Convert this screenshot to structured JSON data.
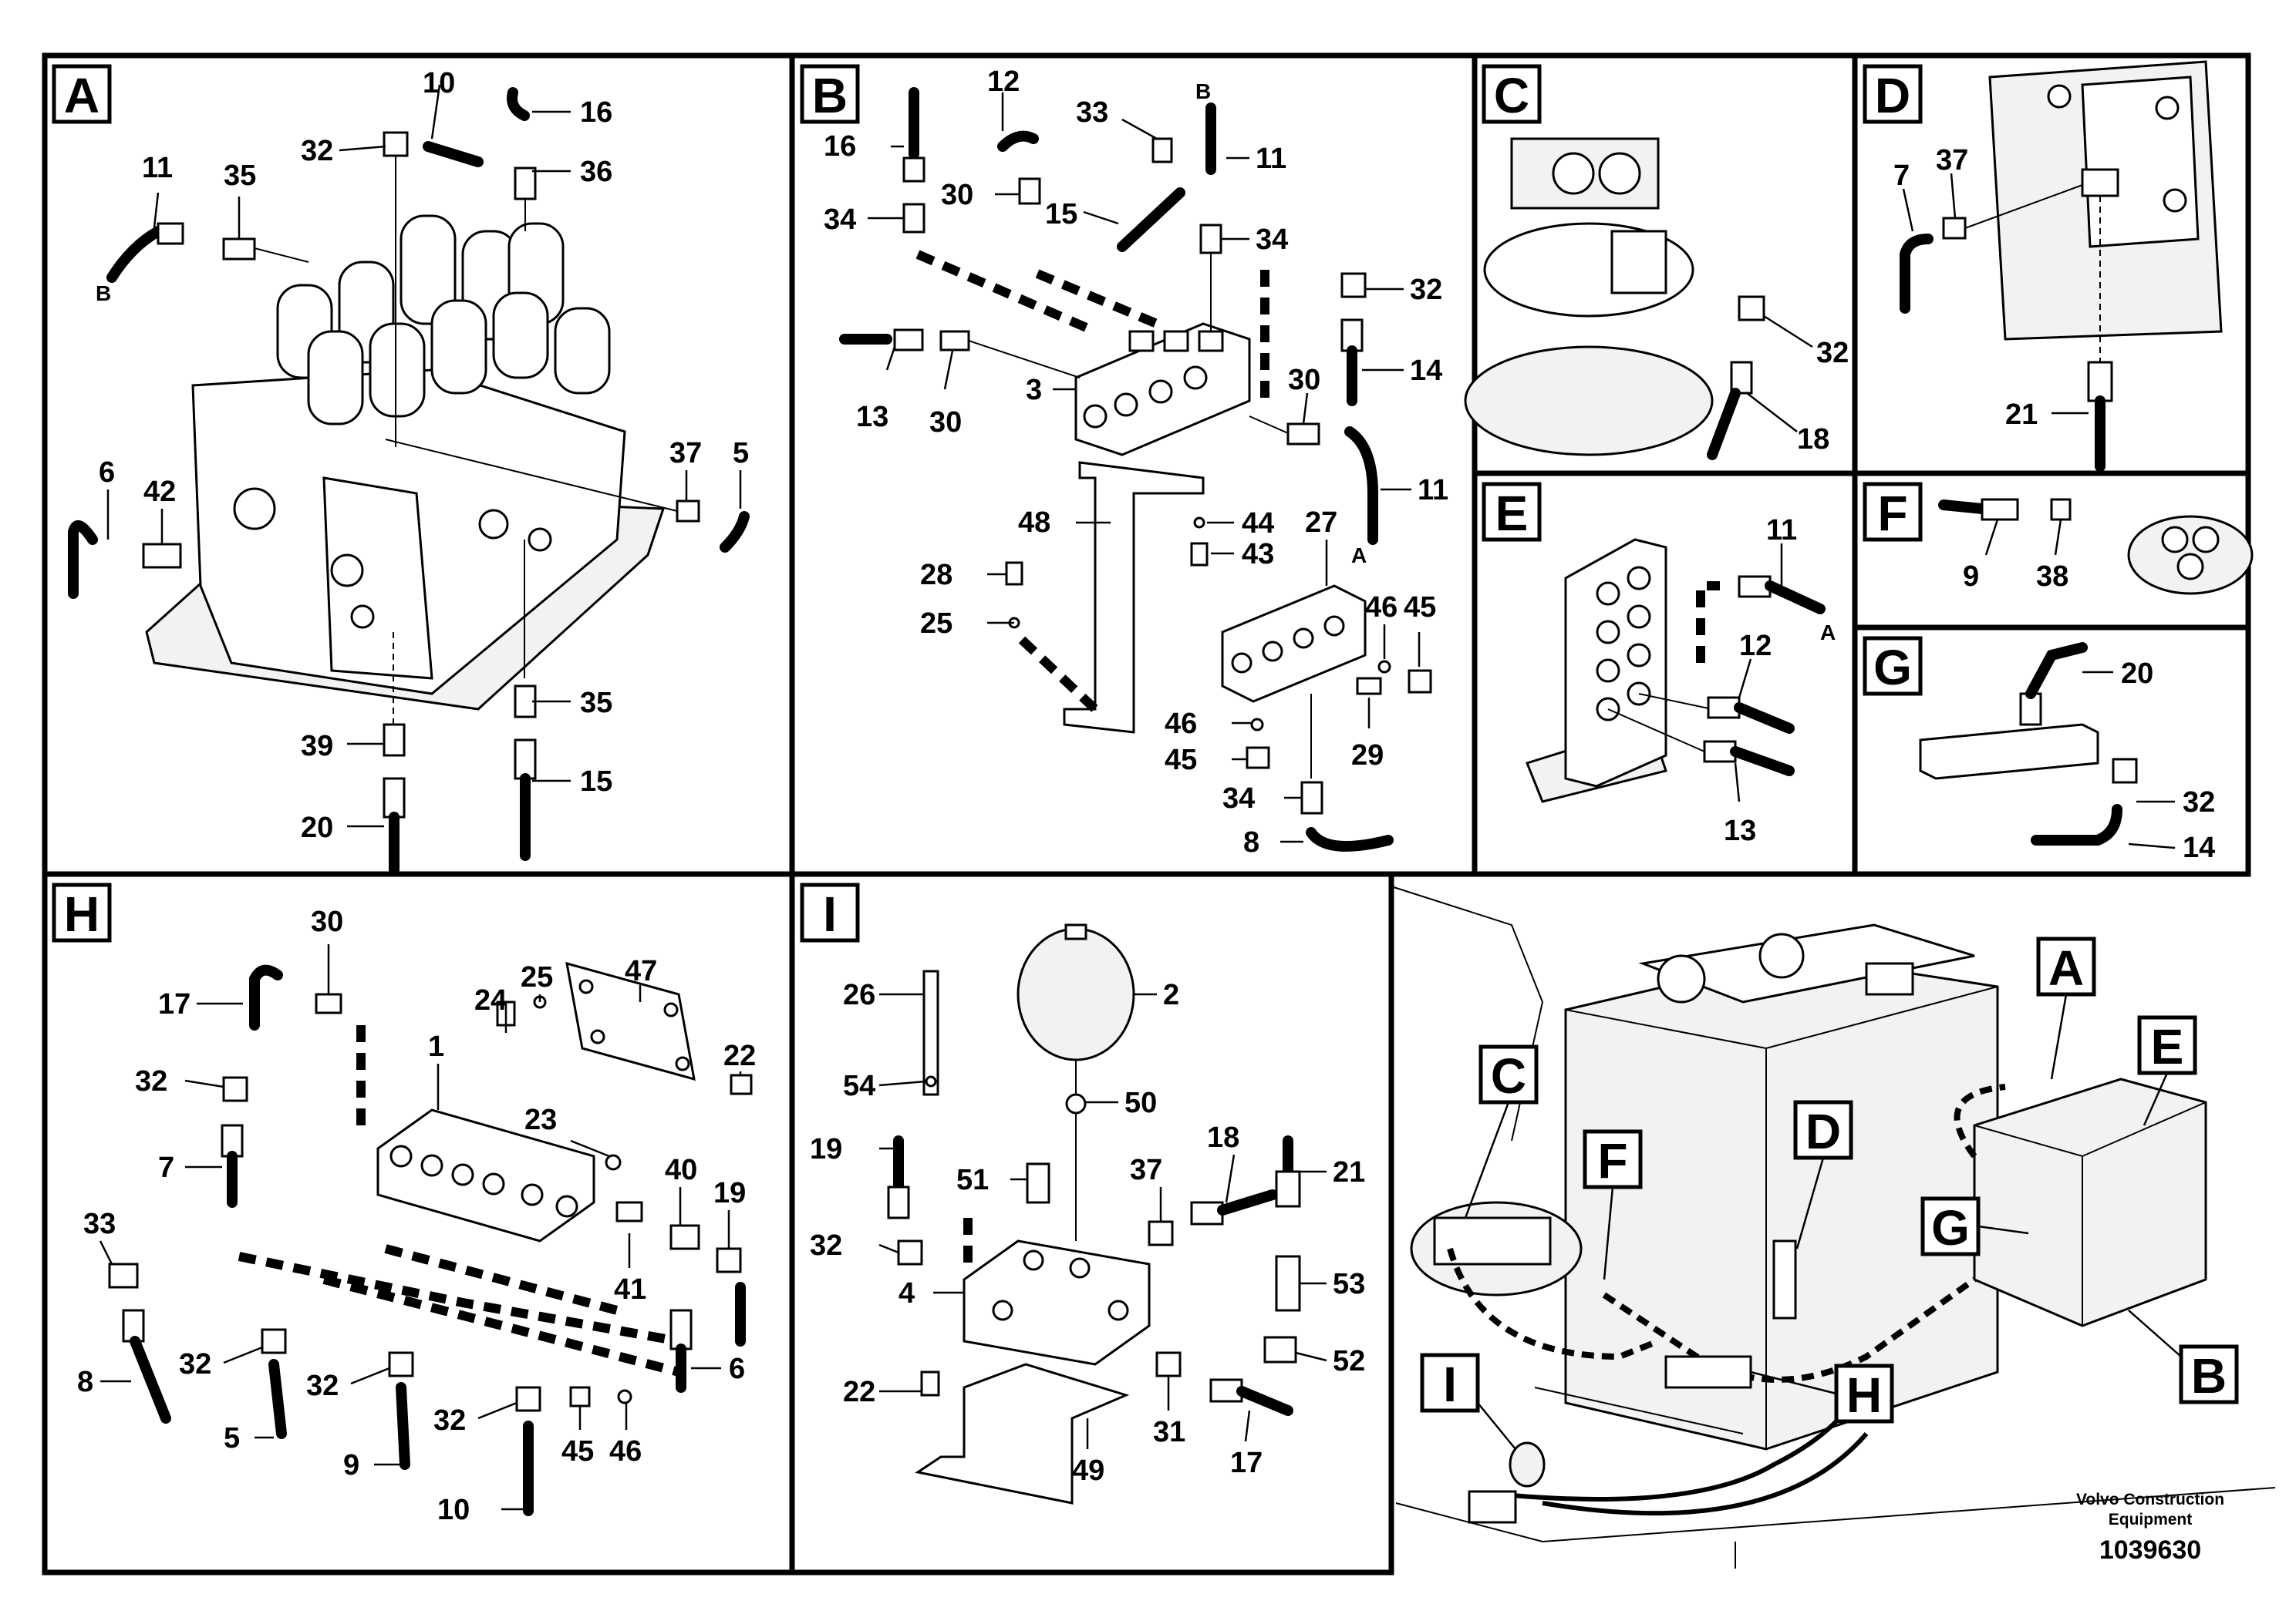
{
  "panels": {
    "A": {
      "letter": "A",
      "labels": [
        "10",
        "16",
        "32",
        "36",
        "11",
        "35",
        "B",
        "37",
        "5",
        "6",
        "42",
        "35",
        "39",
        "15",
        "20"
      ]
    },
    "B": {
      "letter": "B",
      "labels": [
        "12",
        "33",
        "B",
        "16",
        "11",
        "34",
        "30",
        "15",
        "34",
        "32",
        "14",
        "13",
        "30",
        "3",
        "30",
        "11",
        "A",
        "48",
        "44",
        "43",
        "27",
        "28",
        "25",
        "46",
        "45",
        "46",
        "29",
        "45",
        "34",
        "8"
      ]
    },
    "C": {
      "letter": "C",
      "labels": [
        "32",
        "18"
      ]
    },
    "D": {
      "letter": "D",
      "labels": [
        "7",
        "37",
        "21"
      ]
    },
    "E": {
      "letter": "E",
      "labels": [
        "11",
        "A",
        "12",
        "13"
      ]
    },
    "F": {
      "letter": "F",
      "labels": [
        "9",
        "38"
      ]
    },
    "G": {
      "letter": "G",
      "labels": [
        "20",
        "32",
        "14"
      ]
    },
    "H": {
      "letter": "H",
      "labels": [
        "30",
        "17",
        "47",
        "24",
        "25",
        "22",
        "32",
        "1",
        "23",
        "7",
        "40",
        "19",
        "33",
        "41",
        "6",
        "8",
        "32",
        "32",
        "32",
        "45",
        "46",
        "5",
        "9",
        "10"
      ]
    },
    "I": {
      "letter": "I",
      "labels": [
        "26",
        "2",
        "54",
        "50",
        "19",
        "18",
        "21",
        "51",
        "37",
        "32",
        "4",
        "53",
        "22",
        "52",
        "31",
        "17",
        "49"
      ]
    },
    "overview": {
      "callouts": [
        "A",
        "E",
        "C",
        "F",
        "D",
        "G",
        "B",
        "I",
        "H"
      ]
    }
  },
  "footer": {
    "brand_line1": "Volvo Construction",
    "brand_line2": "Equipment",
    "drawing_number": "1039630"
  }
}
